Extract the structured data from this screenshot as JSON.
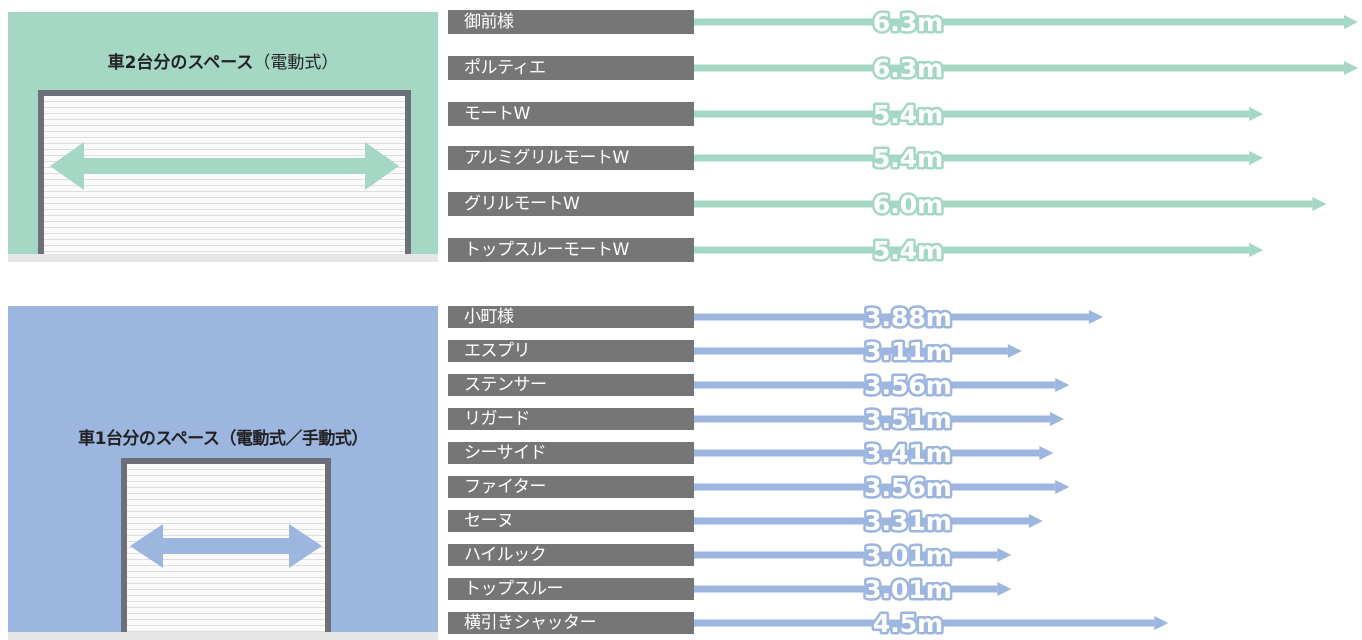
{
  "colors": {
    "double_accent": "#a4d8c4",
    "double_panel": "#a4d8c4",
    "single_accent": "#9cb6df",
    "single_panel": "#9cb6df",
    "label_bg": "#767676"
  },
  "panels": {
    "double": {
      "title": "車2台分のスペース",
      "title_suffix": "（電動式）"
    },
    "single": {
      "title": "車1台分のスペース（電動式／手動式）"
    }
  },
  "chart_data": [
    {
      "type": "bar",
      "group": "double",
      "title": "車2台分のスペース（電動式）",
      "unit": "m",
      "categories": [
        "御前様",
        "ポルティエ",
        "モートW",
        "アルミグリルモートW",
        "グリルモートW",
        "トップスルーモートW"
      ],
      "values": [
        6.3,
        6.3,
        5.4,
        5.4,
        6.0,
        5.4
      ],
      "value_labels": [
        "6.3m",
        "6.3m",
        "5.4m",
        "5.4m",
        "6.0m",
        "5.4m"
      ]
    },
    {
      "type": "bar",
      "group": "single",
      "title": "車1台分のスペース（電動式／手動式）",
      "unit": "m",
      "categories": [
        "小町様",
        "エスプリ",
        "ステンサー",
        "リガード",
        "シーサイド",
        "ファイター",
        "セーヌ",
        "ハイルック",
        "トップスルー",
        "横引きシャッター"
      ],
      "values": [
        3.88,
        3.11,
        3.56,
        3.51,
        3.41,
        3.56,
        3.31,
        3.01,
        3.01,
        4.5
      ],
      "value_labels": [
        "3.88m",
        "3.11m",
        "3.56m",
        "3.51m",
        "3.41m",
        "3.56m",
        "3.31m",
        "3.01m",
        "3.01m",
        "4.5m"
      ]
    }
  ]
}
